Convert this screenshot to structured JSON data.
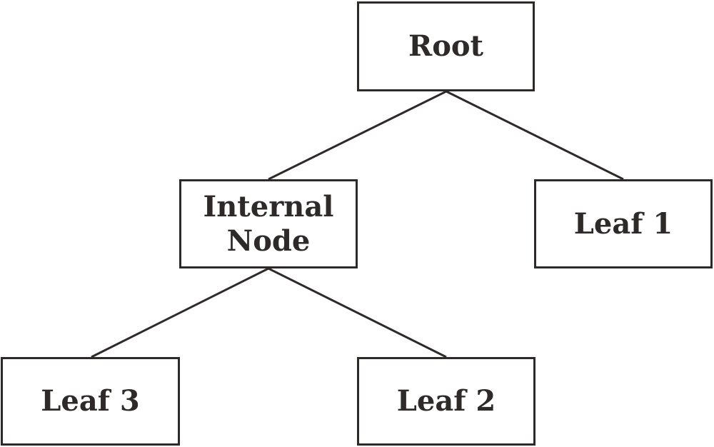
{
  "diagram": {
    "type": "tree",
    "line_color": "#2f2a2a",
    "nodes": {
      "root": {
        "label": "Root"
      },
      "internal": {
        "label_line1": "Internal",
        "label_line2": "Node"
      },
      "leaf1": {
        "label": "Leaf 1"
      },
      "leaf2": {
        "label": "Leaf 2"
      },
      "leaf3": {
        "label": "Leaf 3"
      }
    },
    "edges": [
      {
        "from": "root",
        "to": "internal"
      },
      {
        "from": "root",
        "to": "leaf1"
      },
      {
        "from": "internal",
        "to": "leaf3"
      },
      {
        "from": "internal",
        "to": "leaf2"
      }
    ]
  }
}
